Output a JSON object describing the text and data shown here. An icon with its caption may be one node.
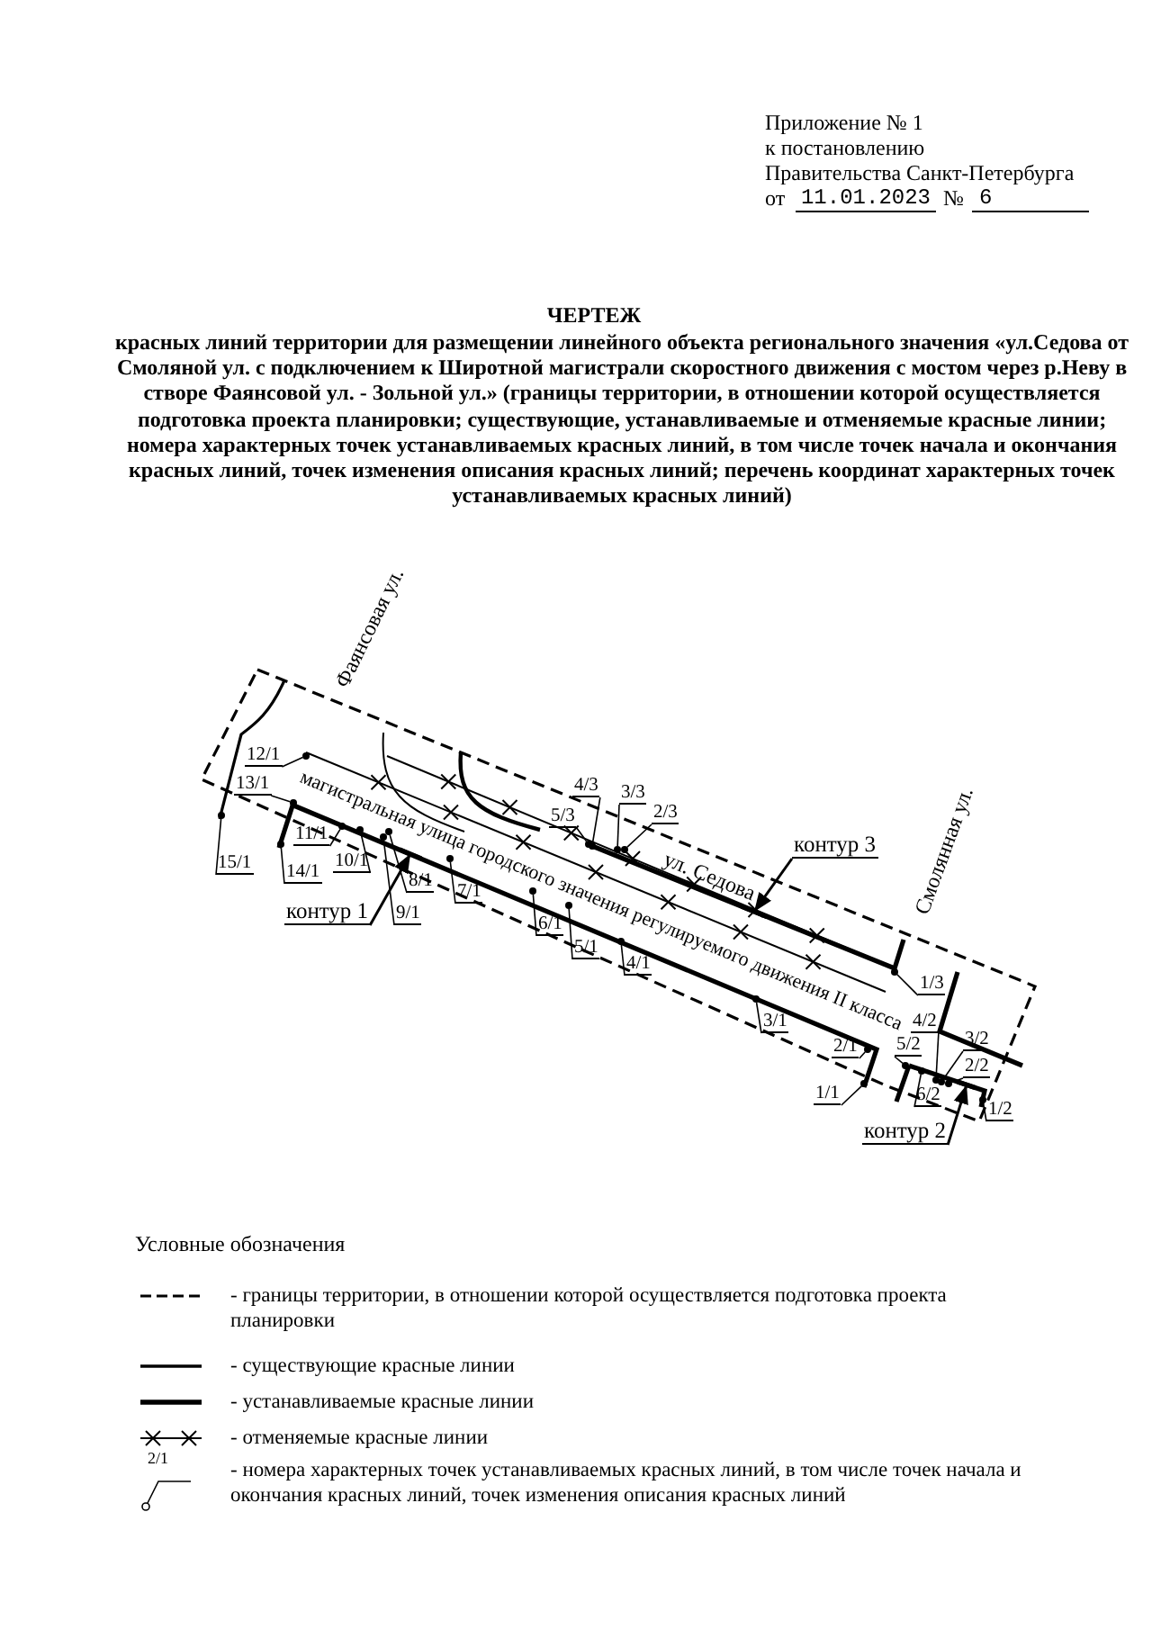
{
  "diagram": {
    "title": "ЧЕРТЕЖ",
    "nodes": [
      {
        "text": [
          "12/1"
        ]
      },
      {
        "text": [
          "4/3"
        ]
      },
      {
        "text": [
          "3/3"
        ]
      },
      {
        "text": [
          "13/1"
        ]
      },
      {
        "text": [
          "5/3"
        ]
      },
      {
        "text": [
          "2/3"
        ]
      },
      {
        "text": [
          "11/1"
        ]
      },
      {
        "text": [
          "10/1"
        ]
      },
      {
        "text": [
          "контур 3"
        ]
      },
      {
        "text": [
          "15/1"
        ]
      },
      {
        "text": [
          "14/1"
        ]
      },
      {
        "text": [
          "8/1"
        ]
      },
      {
        "text": [
          "7/1"
        ]
      },
      {
        "text": [
          "контур 1"
        ]
      },
      {
        "text": [
          "9/1"
        ]
      },
      {
        "text": [
          "6/1"
        ]
      },
      {
        "text": [
          "5/1"
        ]
      },
      {
        "text": [
          "4/1"
        ]
      },
      {
        "text": [
          "1/3"
        ]
      },
      {
        "text": [
          "3/1"
        ]
      },
      {
        "text": [
          "4/2"
        ]
      },
      {
        "text": [
          "5/2"
        ]
      },
      {
        "text": [
          "3/2"
        ]
      },
      {
        "text": [
          "2/1"
        ]
      },
      {
        "text": [
          "2/2"
        ]
      },
      {
        "text": [
          "6/2"
        ]
      },
      {
        "text": [
          "1/1"
        ]
      },
      {
        "text": [
          "1/2"
        ]
      },
      {
        "text": [
          "контур 2"
        ]
      },
      {
        "text": [],
        "shape": "circle"
      },
      {
        "text": [],
        "shape": "circle"
      },
      {
        "text": [],
        "shape": "circle"
      },
      {
        "text": [],
        "shape": "circle"
      },
      {
        "text": [],
        "shape": "circle"
      },
      {
        "text": [],
        "shape": "circle"
      },
      {
        "text": [],
        "shape": "circle"
      },
      {
        "text": [],
        "shape": "circle"
      },
      {
        "text": [],
        "shape": "line"
      },
      {
        "text": [],
        "shape": "circle"
      },
      {
        "text": [],
        "shape": "circle"
      },
      {
        "text": [],
        "shape": "circle"
      },
      {
        "text": [],
        "shape": "circle"
      },
      {
        "text": [],
        "shape": "line"
      },
      {
        "text": [],
        "shape": "circle"
      },
      {
        "text": [],
        "shape": "circle"
      },
      {
        "text": [],
        "shape": "circle"
      },
      {
        "text": [],
        "shape": "circle"
      },
      {
        "text": [],
        "shape": "circle"
      },
      {
        "text": [],
        "shape": "circle"
      },
      {
        "text": [],
        "shape": "circle"
      },
      {
        "text": [],
        "shape": "circle"
      },
      {
        "text": [],
        "shape": "circle"
      },
      {
        "text": [],
        "shape": "circle"
      },
      {
        "text": [],
        "shape": "circle"
      },
      {
        "text": [],
        "shape": "circle"
      },
      {
        "text": [],
        "shape": "circle"
      },
      {
        "text": [],
        "shape": "circle"
      },
      {
        "text": [],
        "shape": "line"
      }
    ],
    "edges": [
      {
        "from": 0,
        "to": 29,
        "arrow": "none"
      },
      {
        "from": 1,
        "to": 30,
        "arrow": "none"
      },
      {
        "from": 2,
        "to": 31,
        "arrow": "none"
      },
      {
        "from": 3,
        "to": 32,
        "arrow": "none"
      },
      {
        "from": 4,
        "to": 33,
        "arrow": "none"
      },
      {
        "from": 5,
        "to": 34,
        "arrow": "none"
      },
      {
        "from": 6,
        "to": 35,
        "arrow": "none"
      },
      {
        "from": 7,
        "to": 36,
        "arrow": "none"
      },
      {
        "from": 8,
        "to": 37,
        "arrow": "to"
      },
      {
        "from": 9,
        "to": 38,
        "arrow": "none"
      },
      {
        "from": 10,
        "to": 39,
        "arrow": "none"
      },
      {
        "from": 11,
        "to": 40,
        "arrow": "none"
      },
      {
        "from": 12,
        "to": 41,
        "arrow": "none"
      },
      {
        "from": 13,
        "to": 42,
        "arrow": "to"
      },
      {
        "from": 14,
        "to": 43,
        "arrow": "none"
      },
      {
        "from": 15,
        "to": 44,
        "arrow": "none"
      },
      {
        "from": 16,
        "to": 45,
        "arrow": "none"
      },
      {
        "from": 17,
        "to": 46,
        "arrow": "none"
      },
      {
        "from": 18,
        "to": 47,
        "arrow": "none"
      },
      {
        "from": 19,
        "to": 48,
        "arrow": "none"
      },
      {
        "from": 20,
        "to": 49,
        "arrow": "none"
      },
      {
        "from": 21,
        "to": 50,
        "arrow": "none"
      },
      {
        "from": 22,
        "to": 51,
        "arrow": "none"
      },
      {
        "from": 23,
        "to": 52,
        "arrow": "none"
      },
      {
        "from": 24,
        "to": 53,
        "arrow": "none"
      },
      {
        "from": 25,
        "to": 54,
        "arrow": "none"
      },
      {
        "from": 26,
        "to": 55,
        "arrow": "none"
      },
      {
        "from": 27,
        "to": 56,
        "arrow": "none"
      },
      {
        "from": 28,
        "to": 57,
        "arrow": "to"
      }
    ],
    "labels": [
      "Приложение № 1",
      "к постановлению",
      "Правительства Санкт-Петербурга",
      "от",
      "11.01.2023",
      "№",
      "6",
      "красных линий территории для размещении линейного объекта регионального значения «ул.Седова от Смоляной ул. с подключением к Широтной магистрали скоростного движения с мостом через р.Неву в створе Фаянсовой ул. - Зольной ул.» (границы территории, в отношении которой осуществляется подготовка проекта планировки; существующие, устанавливаемые и отменяемые красные линии; номера характерных точек устанавливаемых красных линий, в том числе точек начала и окончания красных линий, точек изменения описания красных линий; перечень координат характерных точек устанавливаемых красных линий)",
      "Фаянсовая ул.",
      "магистральная улица городского значения регулируемого движения II класса",
      "ул. Седова",
      "Смолянная ул.",
      "Условные обозначения",
      "2/1"
    ],
    "legend": [
      {
        "text": "- границы территории, в отношении которой осуществляется подготовка проекта планировки"
      },
      {
        "text": "- существующие красные линии"
      },
      {
        "text": "- устанавливаемые красные линии"
      },
      {
        "text": "- отменяемые красные линии"
      },
      {
        "text": "- номера характерных точек устанавливаемых красных линий, в том числе точек начала и окончания красных линий, точек изменения описания красных линий"
      }
    ]
  }
}
